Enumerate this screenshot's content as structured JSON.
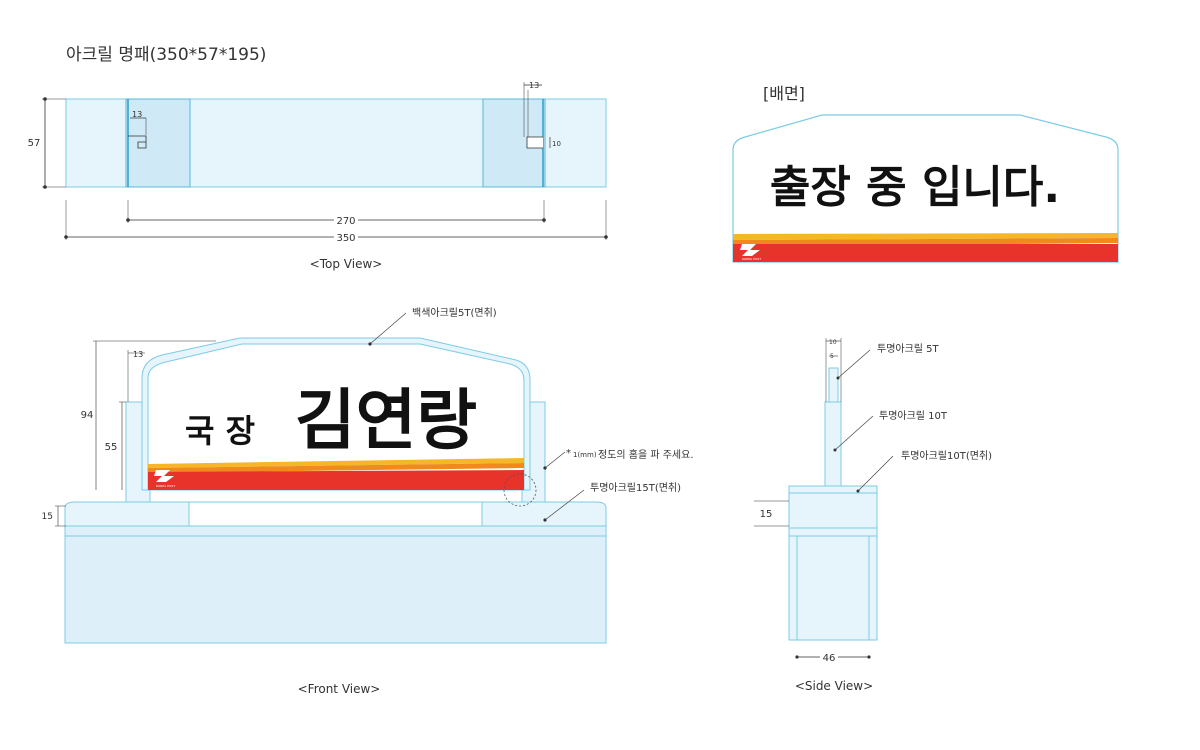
{
  "page": {
    "title": "아크릴 명패(350*57*195)",
    "back_label": "[배면]"
  },
  "views": {
    "top": "<Top View>",
    "front": "<Front View>",
    "side": "<Side View>"
  },
  "dimensions": {
    "top_height": "57",
    "top_slot_left": "13",
    "top_slot_right": "13",
    "top_slot_depth": "10",
    "top_inner_width": "270",
    "top_outer_width": "350",
    "front_notch": "13",
    "front_total_height": "94",
    "front_panel_height": "55",
    "front_base_height": "15",
    "side_top_10": "10",
    "side_top_5": "5",
    "side_base_height": "15",
    "side_base_width": "46"
  },
  "annotations": {
    "front_panel_material": "백색아크릴5T(면취)",
    "front_hole_note_star": "*",
    "front_hole_note_small": "1(mm)",
    "front_hole_note": "정도의 홈을 파 주세요.",
    "front_base_material": "투명아크릴15T(면취)",
    "side_panel_material": "투명아크릴 5T",
    "side_support_material": "투명아크릴 10T",
    "side_base_material": "투명아크릴10T(면취)"
  },
  "sign_front": {
    "title_text": "국 장",
    "name_text": "김연랑",
    "logo_text": "KOREA POST"
  },
  "sign_back": {
    "message": "출장 중 입니다.",
    "logo_text": "KOREA POST"
  },
  "colors": {
    "acrylic_fill": "#e6f5fb",
    "acrylic_fill_dark": "#cfe9f6",
    "acrylic_stroke": "#7ccbe6",
    "stripe_red": "#e8332a",
    "stripe_orange": "#f08a1c",
    "stripe_yellow": "#f5b728",
    "dim_line": "#333333"
  }
}
